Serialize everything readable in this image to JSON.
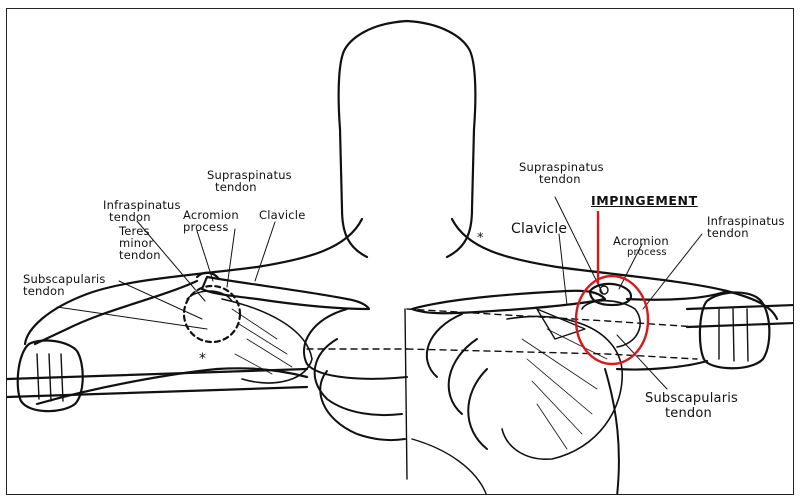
{
  "labels": {
    "left_supraspinatus": [
      "Supraspinatus",
      "tendon"
    ],
    "left_infraspinatus": [
      "Infraspinatus",
      "tendon"
    ],
    "left_acromion": [
      "Acromion",
      "process"
    ],
    "left_clavicle": "Clavicle",
    "left_teres": [
      "Teres",
      "minor",
      "tendon"
    ],
    "left_subscapularis": [
      "Subscapularis",
      "tendon"
    ],
    "left_marker": "*",
    "right_supraspinatus": [
      "Supraspinatus",
      "tendon"
    ],
    "impingement": "IMPINGEMENT",
    "right_clavicle": "Clavicle",
    "right_acromion": [
      "Acromion",
      "process"
    ],
    "right_infraspinatus": [
      "Infraspinatus",
      "tendon"
    ],
    "right_subscapularis": [
      "Subscapularis",
      "tendon"
    ],
    "neck_marker": "*"
  },
  "colors": {
    "ink": "#111111",
    "highlight": "#d7191c"
  }
}
